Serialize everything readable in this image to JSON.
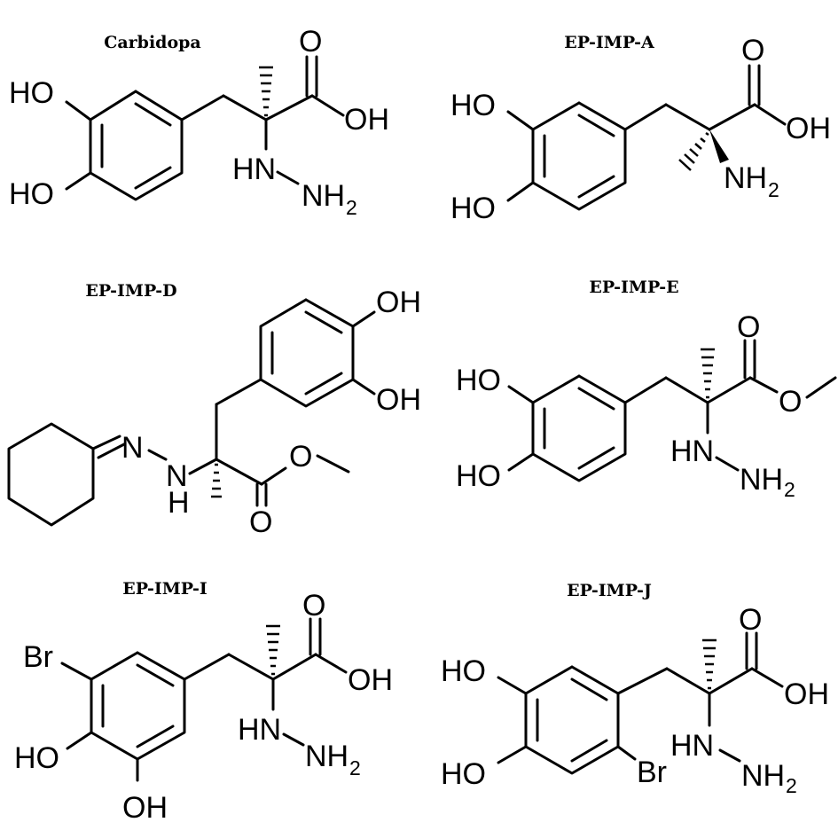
{
  "compounds": [
    {
      "title": "Carbidopa",
      "labels": {
        "ho_a": "HO",
        "ho_b": "HO",
        "carbonyl_o": "O",
        "oh": "OH",
        "hn": "HN",
        "nh": "NH",
        "nh_sub": "2"
      }
    },
    {
      "title": "EP-IMP-A",
      "labels": {
        "ho_a": "HO",
        "ho_b": "HO",
        "carbonyl_o": "O",
        "oh": "OH",
        "nh": "NH",
        "nh_sub": "2"
      }
    },
    {
      "title": "EP-IMP-D",
      "labels": {
        "oh_a": "OH",
        "oh_b": "OH",
        "n_imine": "N",
        "n_amine": "N",
        "h": "H",
        "ester_o": "O",
        "carbonyl_o": "O"
      }
    },
    {
      "title": "EP-IMP-E",
      "labels": {
        "ho_a": "HO",
        "ho_b": "HO",
        "carbonyl_o": "O",
        "ester_o": "O",
        "hn": "HN",
        "nh": "NH",
        "nh_sub": "2"
      }
    },
    {
      "title": "EP-IMP-I",
      "labels": {
        "br": "Br",
        "ho": "HO",
        "oh_bottom": "OH",
        "carbonyl_o": "O",
        "oh": "OH",
        "hn": "HN",
        "nh": "NH",
        "nh_sub": "2"
      }
    },
    {
      "title": "EP-IMP-J",
      "labels": {
        "ho_a": "HO",
        "ho_b": "HO",
        "br": "Br",
        "carbonyl_o": "O",
        "oh": "OH",
        "hn": "HN",
        "nh": "NH",
        "nh_sub": "2"
      }
    }
  ]
}
